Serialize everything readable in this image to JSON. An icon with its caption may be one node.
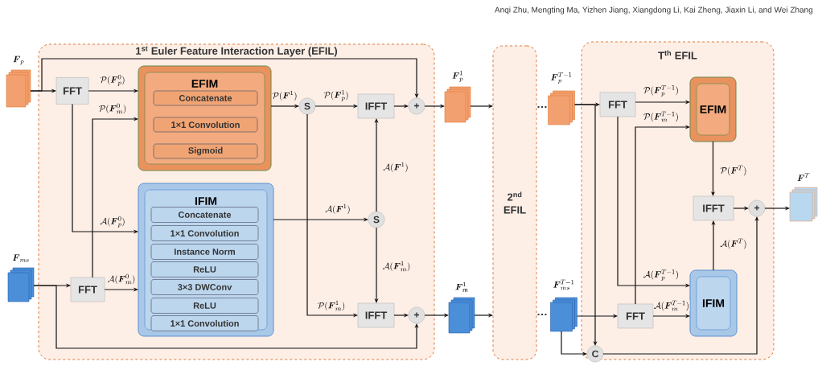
{
  "diagram": {
    "nodes": [
      {
        "text": [
          "1$^{st}$ Euler Feature Interaction Layer (EFIL)"
        ]
      },
      {
        "text": [
          "\\boldsymbol{F}_{p}"
        ]
      },
      {
        "text": [
          "FFT"
        ],
        "in": 0
      },
      {
        "text": [
          "EFIM"
        ],
        "in": 0
      },
      {
        "text": [
          "Concatenate"
        ],
        "in": 3
      },
      {
        "text": [
          "1×1 Convolution"
        ],
        "in": 3
      },
      {
        "text": [
          "Sigmoid"
        ],
        "in": 3
      },
      {
        "text": [
          "IFIM"
        ],
        "in": 0
      },
      {
        "text": [
          "Concatenate"
        ],
        "in": 7
      },
      {
        "text": [
          "1×1 Convolution"
        ],
        "in": 7
      },
      {
        "text": [
          "Instance Norm"
        ],
        "in": 7
      },
      {
        "text": [
          "ReLU"
        ],
        "in": 7
      },
      {
        "text": [
          "3×3 DWConv"
        ],
        "in": 7
      },
      {
        "text": [
          "ReLU"
        ],
        "in": 7
      },
      {
        "text": [
          "1×1 Convolution"
        ],
        "in": 7
      },
      {
        "text": [
          "\\boldsymbol{F}_{ms}"
        ]
      },
      {
        "text": [
          "FFT"
        ],
        "in": 0
      },
      {
        "text": [
          "S"
        ],
        "in": 0
      },
      {
        "text": [
          "IFFT"
        ],
        "in": 0
      },
      {
        "text": [
          "+"
        ],
        "in": 0
      },
      {
        "text": [
          "S"
        ],
        "in": 0
      },
      {
        "text": [
          "IFFT"
        ],
        "in": 0
      },
      {
        "text": [
          "+"
        ],
        "in": 0
      },
      {
        "text": [
          "\\boldsymbol{F}_{p}^{1}"
        ]
      },
      {
        "text": [
          "\\boldsymbol{F}_{\\mathrm{m}}^{1}"
        ]
      },
      {
        "text": [
          "2$^{nd}$ EFIL"
        ]
      },
      {
        "text": [
          "T$^{th}$ EFIL"
        ]
      },
      {
        "text": [
          "\\boldsymbol{F}_{p}^{T-1}"
        ]
      },
      {
        "text": [
          "FFT"
        ],
        "in": 26
      },
      {
        "text": [
          "EFIM"
        ],
        "in": 26
      },
      {
        "text": [
          "IFFT"
        ],
        "in": 26
      },
      {
        "text": [
          "+"
        ],
        "in": 26
      },
      {
        "text": [
          "\\boldsymbol{F}^{T}"
        ]
      },
      {
        "text": [
          "IFIM"
        ],
        "in": 26
      },
      {
        "text": [
          "\\boldsymbol{F}_{ms}^{T-1}"
        ]
      },
      {
        "text": [
          "FFT"
        ],
        "in": 26
      },
      {
        "text": [
          "C"
        ],
        "in": 26
      }
    ],
    "edges": [
      {
        "from": 1,
        "to": 2,
        "arrow": "to"
      },
      {
        "from": 1,
        "to": 19,
        "arrow": "to"
      },
      {
        "from": 2,
        "to": 3,
        "arrow": "to",
        "label": "\\mathcal{P}(\\boldsymbol{F}_{p}^{0})"
      },
      {
        "from": 2,
        "to": 7,
        "arrow": "to",
        "label": "\\mathcal{A}(\\boldsymbol{F}_{p}^{0})"
      },
      {
        "from": 16,
        "to": 3,
        "arrow": "to",
        "label": "\\mathcal{P}(\\boldsymbol{F}_{m}^{0})"
      },
      {
        "from": 16,
        "to": 7,
        "arrow": "to",
        "label": "\\mathcal{A}(\\boldsymbol{F}_{m}^{0})"
      },
      {
        "from": 15,
        "to": 16,
        "arrow": "to"
      },
      {
        "from": 15,
        "to": 22,
        "arrow": "to"
      },
      {
        "from": 3,
        "to": 17,
        "arrow": "to",
        "label": "\\mathcal{P}(\\boldsymbol{F}^{1})"
      },
      {
        "from": 17,
        "to": 18,
        "arrow": "to",
        "label": "\\mathcal{P}(\\boldsymbol{F}_{p}^{1})"
      },
      {
        "from": 17,
        "to": 21,
        "arrow": "to",
        "label": "\\mathcal{P}(\\boldsymbol{F}_{m}^{1})"
      },
      {
        "from": 7,
        "to": 20,
        "arrow": "to",
        "label": "\\mathcal{A}(\\boldsymbol{F}^{1})"
      },
      {
        "from": 20,
        "to": 18,
        "arrow": "to",
        "label": "\\mathcal{A}(\\boldsymbol{F}^{1})"
      },
      {
        "from": 20,
        "to": 21,
        "arrow": "to",
        "label": "\\mathcal{A}(\\boldsymbol{F}_{m}^{1})"
      },
      {
        "from": 18,
        "to": 19,
        "arrow": "to"
      },
      {
        "from": 21,
        "to": 22,
        "arrow": "to"
      },
      {
        "from": 19,
        "to": 23,
        "arrow": "to"
      },
      {
        "from": 22,
        "to": 24,
        "arrow": "to"
      },
      {
        "from": 23,
        "to": 25,
        "arrow": "to"
      },
      {
        "from": 24,
        "to": 25,
        "arrow": "to"
      },
      {
        "from": 27,
        "to": 28,
        "arrow": "to"
      },
      {
        "from": 27,
        "to": 36,
        "arrow": "to"
      },
      {
        "from": 28,
        "to": 29,
        "arrow": "to",
        "label": "\\mathcal{P}(\\boldsymbol{F}_{p}^{T-1})"
      },
      {
        "from": 28,
        "to": 33,
        "arrow": "to",
        "label": "\\mathcal{A}(\\boldsymbol{F}_{p}^{T-1})"
      },
      {
        "from": 35,
        "to": 29,
        "arrow": "to",
        "label": "\\mathcal{P}(\\boldsymbol{F}_{m}^{T-1})"
      },
      {
        "from": 35,
        "to": 33,
        "arrow": "to",
        "label": "\\mathcal{A}(\\boldsymbol{F}_{m}^{T-1})"
      },
      {
        "from": 34,
        "to": 35,
        "arrow": "to"
      },
      {
        "from": 34,
        "to": 36,
        "arrow": "to"
      },
      {
        "from": 29,
        "to": 30,
        "arrow": "to",
        "label": "\\mathcal{P}(\\boldsymbol{F}^{T})"
      },
      {
        "from": 33,
        "to": 30,
        "arrow": "to",
        "label": "\\mathcal{A}(\\boldsymbol{F}^{T})"
      },
      {
        "from": 30,
        "to": 31,
        "arrow": "to"
      },
      {
        "from": 36,
        "to": 31,
        "arrow": "to"
      },
      {
        "from": 31,
        "to": 32,
        "arrow": "to"
      }
    ],
    "labels": [
      "Anqi Zhu, Mengting Ma, Yizhen Jiang, Xiangdong Li, Kai Zheng, Jiaxin Li, and Wei Zhang",
      "…",
      "…"
    ]
  }
}
